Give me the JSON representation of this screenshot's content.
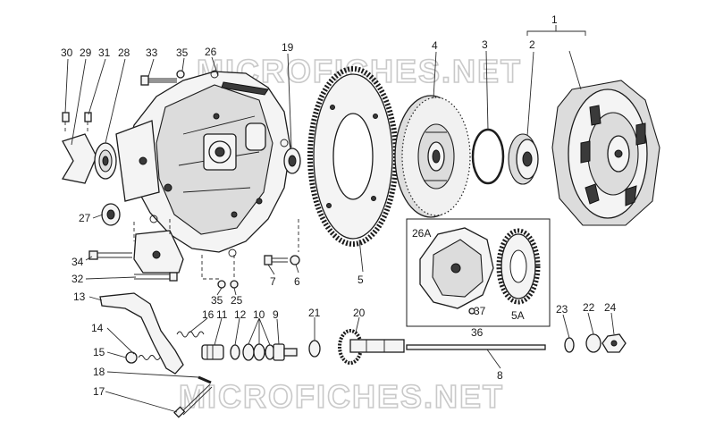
{
  "watermark": {
    "top": "MICROFICHES.NET",
    "bottom": "MICROFICHES.NET"
  },
  "callouts": {
    "c1": "1",
    "c2": "2",
    "c3": "3",
    "c4": "4",
    "c5": "5",
    "c6": "6",
    "c7": "7",
    "c8": "8",
    "c9": "9",
    "c10": "10",
    "c11": "11",
    "c12": "12",
    "c13": "13",
    "c14": "14",
    "c15": "15",
    "c16": "16",
    "c17": "17",
    "c18": "18",
    "c19": "19",
    "c20": "20",
    "c21": "21",
    "c22": "22",
    "c23": "23",
    "c24": "24",
    "c25": "25",
    "c26": "26",
    "c27": "27",
    "c28": "28",
    "c29": "29",
    "c30": "30",
    "c31": "31",
    "c32": "32",
    "c33": "33",
    "c34": "34",
    "c35a": "35",
    "c35b": "35",
    "c26a": "26A",
    "c5a": "5A",
    "c36": "36",
    "c37": "37"
  },
  "icons": {
    "bellhousing": "clutch-housing-icon",
    "flywheel": "ring-gear-flywheel-icon",
    "disc": "clutch-disc-icon",
    "pressure_plate": "pressure-plate-icon"
  }
}
